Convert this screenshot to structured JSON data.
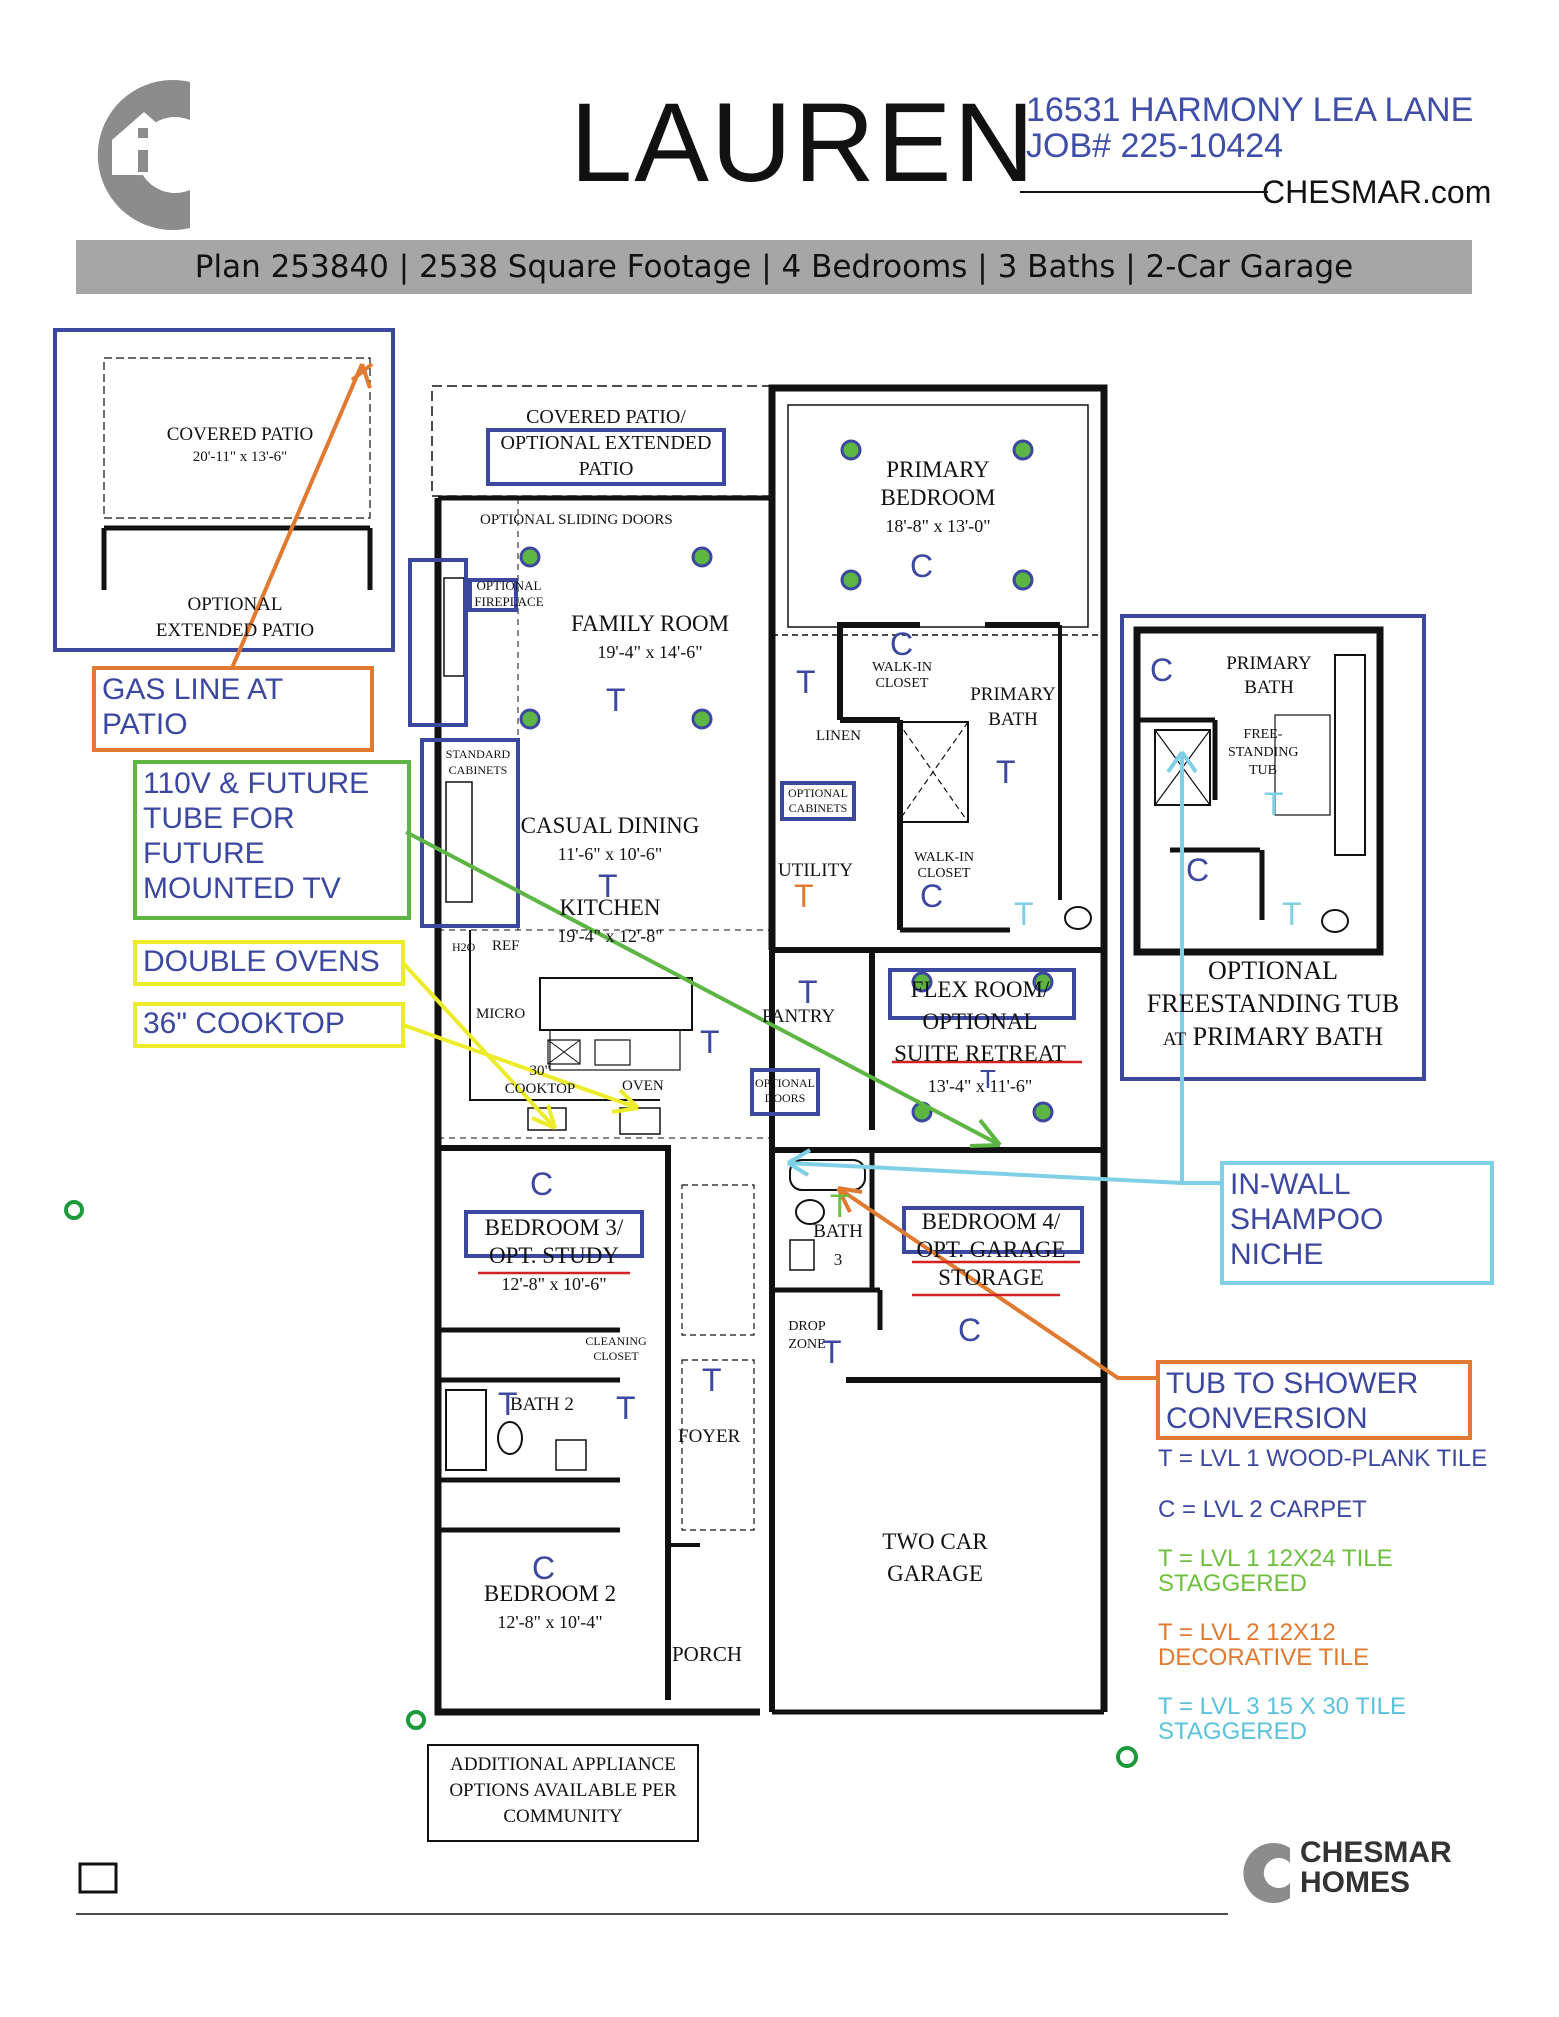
{
  "header": {
    "title": "LAUREN",
    "address": "16531 HARMONY LEA LANE",
    "job": "JOB# 225-10424",
    "site": "CHESMAR.com"
  },
  "banner": "Plan 253840 | 2538 Square Footage | 4 Bedrooms | 3 Baths | 2-Car Garage",
  "callouts": {
    "gas_line": "GAS LINE AT PATIO",
    "tv": "110V & FUTURE TUBE FOR FUTURE MOUNTED TV",
    "ovens": "DOUBLE OVENS",
    "cooktop": "36\" COOKTOP",
    "shampoo": "IN-WALL SHAMPOO NICHE",
    "tub_shower": "TUB TO SHOWER CONVERSION"
  },
  "inset_patio": {
    "title": "COVERED PATIO",
    "dims": "20'-11\" x 13'-6\"",
    "optional": "OPTIONAL",
    "extended": "EXTENDED PATIO"
  },
  "inset_bath": {
    "primary_bath": "PRIMARY BATH",
    "tub": "FREE-STANDING TUB",
    "caption_1": "OPTIONAL",
    "caption_2": "FREESTANDING TUB",
    "caption_at": "AT",
    "caption_3": "PRIMARY BATH"
  },
  "rooms": {
    "covered_patio": "COVERED PATIO/",
    "optional_extended": "OPTIONAL EXTENDED",
    "patio": "PATIO",
    "sliding_doors": "OPTIONAL SLIDING DOORS",
    "optional_fireplace": "OPTIONAL FIREPLACE",
    "family_room": "FAMILY ROOM",
    "family_room_dims": "19'-4\" x 14'-6\"",
    "standard_cabinets": "STANDARD CABINETS",
    "casual_dining": "CASUAL DINING",
    "casual_dining_dims": "11'-6\" x 10'-6\"",
    "kitchen": "KITCHEN",
    "kitchen_dims": "19'-4\" x 12'-8\"",
    "h2o": "H2O",
    "ref": "REF",
    "micro": "MICRO",
    "cooktop_30": "30\"",
    "cooktop": "COOKTOP",
    "oven": "OVEN",
    "primary_bedroom": "PRIMARY",
    "primary_bedroom_2": "BEDROOM",
    "primary_bedroom_dims": "18'-8\" x 13'-0\"",
    "walk_in_closet": "WALK-IN CLOSET",
    "primary_bath": "PRIMARY BATH",
    "linen": "LINEN",
    "optional_cabinets": "OPTIONAL CABINETS",
    "utility": "UTILITY",
    "walk_in_closet_2": "WALK-IN CLOSET",
    "pantry": "PANTRY",
    "optional_doors": "OPTIONAL DOORS",
    "flex_room": "FLEX ROOM/",
    "flex_optional": "OPTIONAL",
    "suite_retreat": "SUITE RETREAT",
    "flex_dims": "13'-4\" x 11'-6\"",
    "bedroom3": "BEDROOM 3/",
    "opt_study": "OPT. STUDY",
    "bedroom3_dims": "12'-8\" x 10'-6\"",
    "cleaning_closet": "CLEANING CLOSET",
    "bath2": "BATH 2",
    "bath3": "BATH",
    "bath3_num": "3",
    "bedroom4": "BEDROOM 4/",
    "opt_garage": "OPT. GARAGE",
    "storage": "STORAGE",
    "drop_zone": "DROP ZONE",
    "foyer": "FOYER",
    "bedroom2": "BEDROOM 2",
    "bedroom2_dims": "12'-8\" x 10'-4\"",
    "porch": "PORCH",
    "garage": "TWO CAR GARAGE",
    "appliance_note": "ADDITIONAL APPLIANCE OPTIONS AVAILABLE PER COMMUNITY"
  },
  "legend": [
    {
      "text": "T = LVL 1 WOOD-PLANK TILE",
      "color": "#3c47a0"
    },
    {
      "text": "C = LVL 2 CARPET",
      "color": "#3c47a0"
    },
    {
      "text": "T = LVL 1 12X24 TILE STAGGERED",
      "color": "#6fbf3f"
    },
    {
      "text": "T = LVL 2 12X12 DECORATIVE TILE",
      "color": "#e07a30"
    },
    {
      "text": "T = LVL 3 15 X 30 TILE STAGGERED",
      "color": "#5bc2dc"
    }
  ],
  "marks": {
    "T": "T",
    "C": "C"
  },
  "footer": {
    "brand_1": "CHESMAR",
    "brand_2": "HOMES"
  },
  "colors": {
    "blue": "#3c47a0",
    "orange": "#e07a30",
    "green": "#5db543",
    "yellow": "#ecec2a",
    "cyan": "#7fcfe6",
    "strike": "#d22222",
    "logo_gray": "#8c8c8c"
  }
}
